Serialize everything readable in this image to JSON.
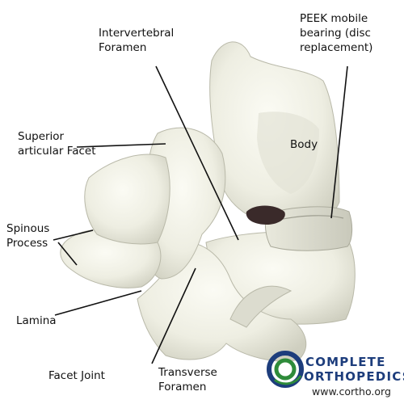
{
  "labels": {
    "intervertebral_foramen": [
      "Intervertebral",
      "Foramen"
    ],
    "peek_bearing": [
      "PEEK mobile",
      "bearing (disc",
      "replacement)"
    ],
    "superior_articular_facet": [
      "Superior",
      "articular Facet"
    ],
    "body": "Body",
    "spinous_process": [
      "Spinous",
      "Process"
    ],
    "lamina": "Lamina",
    "facet_joint": "Facet Joint",
    "transverse_foramen": [
      "Transverse",
      "Foramen"
    ]
  },
  "logo": {
    "word1": "COMPLETE",
    "word2": "ORTHOPEDICS",
    "url": "www.cortho.org",
    "colors": {
      "navy": "#1d3d7c",
      "green": "#2e8b3a",
      "text": "#1d3d7c"
    }
  },
  "colors": {
    "bone_light": "#f3f3ea",
    "bone_shade": "#d9d9cc",
    "bone_edge": "#b9b9a9",
    "leader_line": "#111111"
  }
}
